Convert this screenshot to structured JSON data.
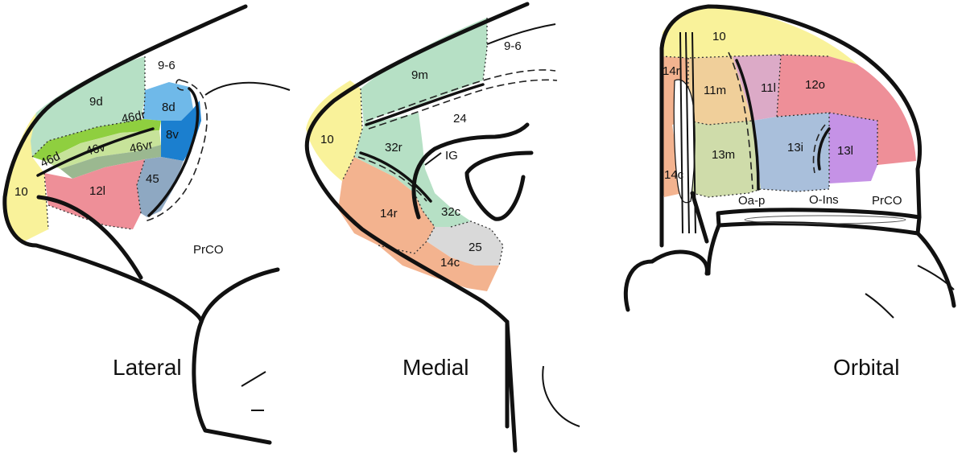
{
  "panels": {
    "lateral": {
      "title": "Lateral",
      "areas": {
        "a10": "10",
        "a9d": "9d",
        "a96": "9-6",
        "a8d": "8d",
        "a8v": "8v",
        "a46dr": "46dr",
        "a46d": "46d",
        "a46v": "46v",
        "a46vr": "46vr",
        "a45": "45",
        "a12l": "12l",
        "prco": "PrCO"
      }
    },
    "medial": {
      "title": "Medial",
      "areas": {
        "a10": "10",
        "a9m": "9m",
        "a96": "9-6",
        "a24": "24",
        "a32r": "32r",
        "ig": "IG",
        "a14r": "14r",
        "a32c": "32c",
        "a25": "25",
        "a14c": "14c"
      }
    },
    "orbital": {
      "title": "Orbital",
      "areas": {
        "a10": "10",
        "a14r": "14r",
        "a11m": "11m",
        "a11l": "11l",
        "a12o": "12o",
        "a13m": "13m",
        "a13i": "13i",
        "a13l": "13l",
        "a14c": "14c",
        "oap": "Oa-p",
        "oins": "O-Ins",
        "prco": "PrCO"
      }
    }
  },
  "colors": {
    "area10": "#f9f29a",
    "area9": "#b6e0c5",
    "area8d": "#6fb9e9",
    "area8v": "#1b7fcf",
    "area46dr": "#8fcf3f",
    "area46": "#c7e39a",
    "area46v": "#9bb890",
    "area45": "#8ea8c2",
    "area12": "#ee8f98",
    "area14": "#f3b38f",
    "area25": "#d9d9d9",
    "area11m": "#f0cf9a",
    "area11l": "#dcaac7",
    "area13m": "#cfdcaa",
    "area13i": "#a9bfdb",
    "area13l": "#c592e6"
  }
}
